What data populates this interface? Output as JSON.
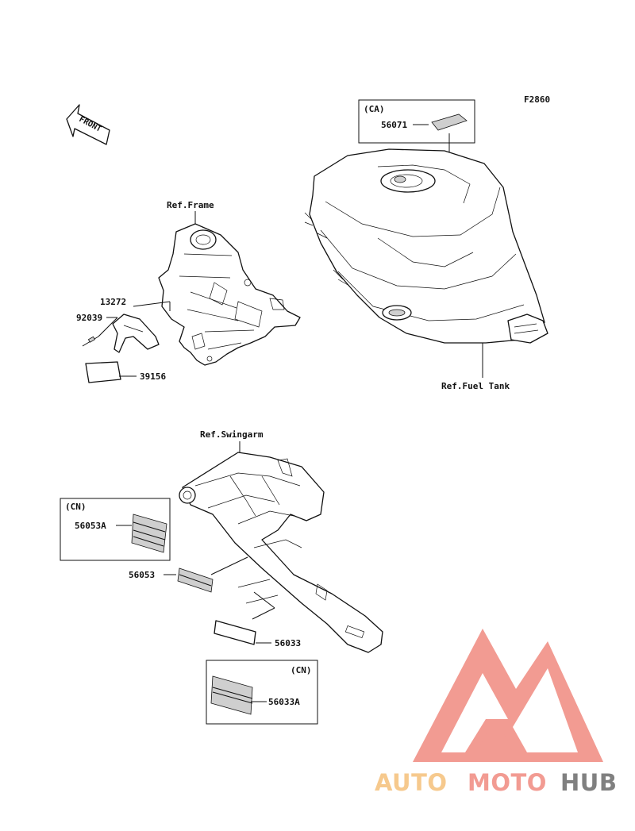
{
  "figure_code": "F2860",
  "front_label": "FRONT",
  "refs": {
    "frame": "Ref.Frame",
    "fuel_tank": "Ref.Fuel Tank",
    "swingarm": "Ref.Swingarm"
  },
  "boxes": {
    "ca": "(CA)",
    "cn_left": "(CN)",
    "cn_bottom": "(CN)"
  },
  "parts": {
    "p56071": "56071",
    "p13272": "13272",
    "p92039": "92039",
    "p39156": "39156",
    "p56053A": "56053A",
    "p56053": "56053",
    "p56033": "56033",
    "p56033A": "56033A"
  },
  "watermark": {
    "part1": "AUTO",
    "part2": "MOTO",
    "part3": "HUB",
    "color_light": "#f5c07a",
    "color_red": "#f08a80",
    "color_gray": "#6b6b6b"
  }
}
